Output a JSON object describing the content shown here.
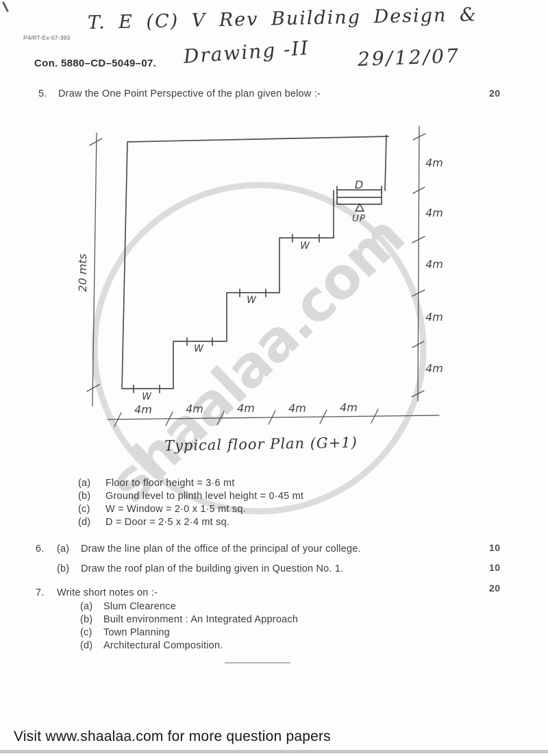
{
  "header": {
    "print_code": "P4/RT-Ex-07-393",
    "con_number": "Con. 5880–CD–5049–07.",
    "handwritten_title_line1": "T. E (C) V Rev Building Design &",
    "handwritten_title_line2": "Drawing -II",
    "handwritten_date": "29/12/07"
  },
  "question5": {
    "number": "5.",
    "text": "Draw the One Point Perspective of the plan given below :-",
    "marks": "20"
  },
  "diagram": {
    "caption": "Typical floor Plan (G+1)",
    "left_dim_label": "20 mts",
    "door_label": "D",
    "up_label": "UP",
    "window_labels": [
      "W",
      "W",
      "W",
      "W"
    ],
    "right_dim_labels": [
      "4m",
      "4m",
      "4m",
      "4m",
      "4m"
    ],
    "bottom_dim_labels": [
      "4m",
      "4m",
      "4m",
      "4m",
      "4m"
    ]
  },
  "notes": [
    {
      "label": "(a)",
      "text": "Floor to floor height = 3·6 mt"
    },
    {
      "label": "(b)",
      "text": "Ground level to plinth level height = 0·45 mt"
    },
    {
      "label": "(c)",
      "text": "W = Window = 2·0 x 1·5 mt sq."
    },
    {
      "label": "(d)",
      "text": "D = Door = 2·5 x 2·4 mt sq."
    }
  ],
  "question6": {
    "number": "6.",
    "parts": [
      {
        "label": "(a)",
        "text": "Draw the line plan of the office of the principal of your college.",
        "marks": "10"
      },
      {
        "label": "(b)",
        "text": "Draw the roof plan of the building given in Question No. 1.",
        "marks": "10"
      }
    ]
  },
  "question7": {
    "number": "7.",
    "text": "Write short notes on :-",
    "marks": "20",
    "items": [
      {
        "label": "(a)",
        "text": "Slum Clearence"
      },
      {
        "label": "(b)",
        "text": "Built environment : An Integrated Approach"
      },
      {
        "label": "(c)",
        "text": "Town Planning"
      },
      {
        "label": "(d)",
        "text": "Architectural Composition."
      }
    ]
  },
  "watermark": {
    "text": "shaalaa.com",
    "color": "#d9d9d9"
  },
  "footer": {
    "text": "Visit www.shaalaa.com for more question papers"
  }
}
